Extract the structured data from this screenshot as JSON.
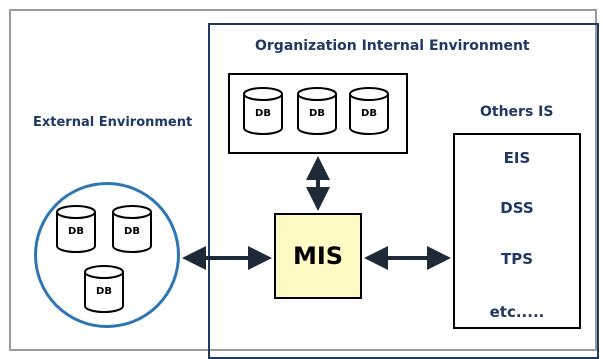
{
  "internal_environment": {
    "title": "Organization Internal Environment"
  },
  "external_environment": {
    "title": "External Environment",
    "databases": [
      "DB",
      "DB",
      "DB"
    ]
  },
  "internal_databases": [
    "DB",
    "DB",
    "DB"
  ],
  "center": {
    "label": "MIS"
  },
  "others": {
    "title": "Others IS",
    "items": [
      "EIS",
      "DSS",
      "TPS",
      "etc....."
    ]
  },
  "colors": {
    "title_text": "#1f3864",
    "mis_fill": "#fff9c4",
    "external_circle": "#2e75b6",
    "arrow": "#1f2a38"
  },
  "icons": {
    "database": "database-cylinder-icon"
  }
}
